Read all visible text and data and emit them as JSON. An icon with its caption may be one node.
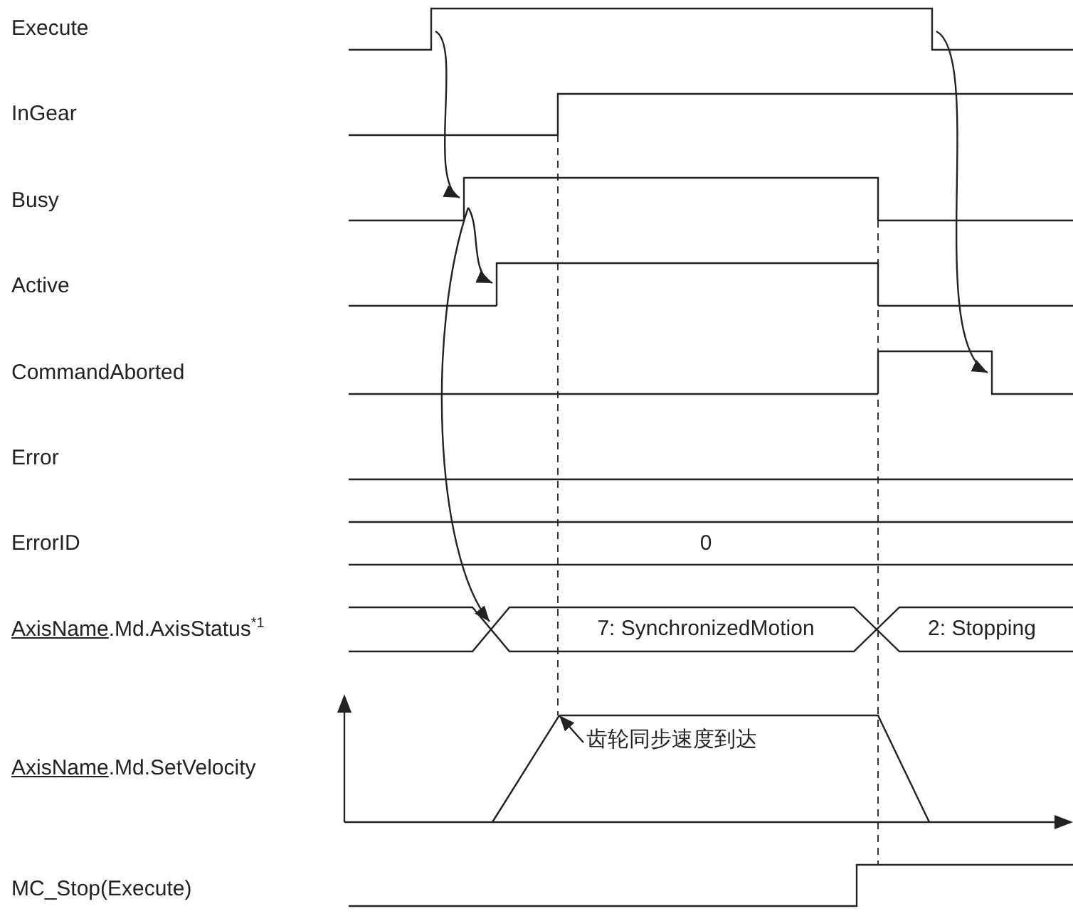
{
  "diagram": {
    "nodes": [
      {
        "text": [],
        "shape": "picture"
      },
      {
        "text": [],
        "shape": "picture"
      },
      {
        "text": [],
        "shape": "picture"
      },
      {
        "text": [],
        "shape": "picture"
      },
      {
        "text": [],
        "shape": "picture"
      },
      {
        "text": [
          "齿轮同步速度到达"
        ]
      },
      {
        "text": [],
        "shape": "picture"
      }
    ],
    "edges": [
      {
        "from": 0,
        "to": 1,
        "arrow": "to"
      },
      {
        "from": 1,
        "to": 2,
        "arrow": "to"
      },
      {
        "from": 1,
        "to": 4,
        "arrow": "to"
      },
      {
        "from": 0,
        "to": 3,
        "arrow": "to"
      },
      {
        "from": 5,
        "to": 6,
        "arrow": "to"
      }
    ],
    "labels": [
      "Execute",
      "InGear",
      "Busy",
      "Active",
      "CommandAborted",
      "Error",
      "ErrorID",
      "0",
      "AxisName.Md.AxisStatus$^{*1}$",
      "7: SynchronizedMotion",
      "2: Stopping",
      "AxisName.Md.SetVelocity",
      "MC_Stop(Execute)"
    ]
  }
}
